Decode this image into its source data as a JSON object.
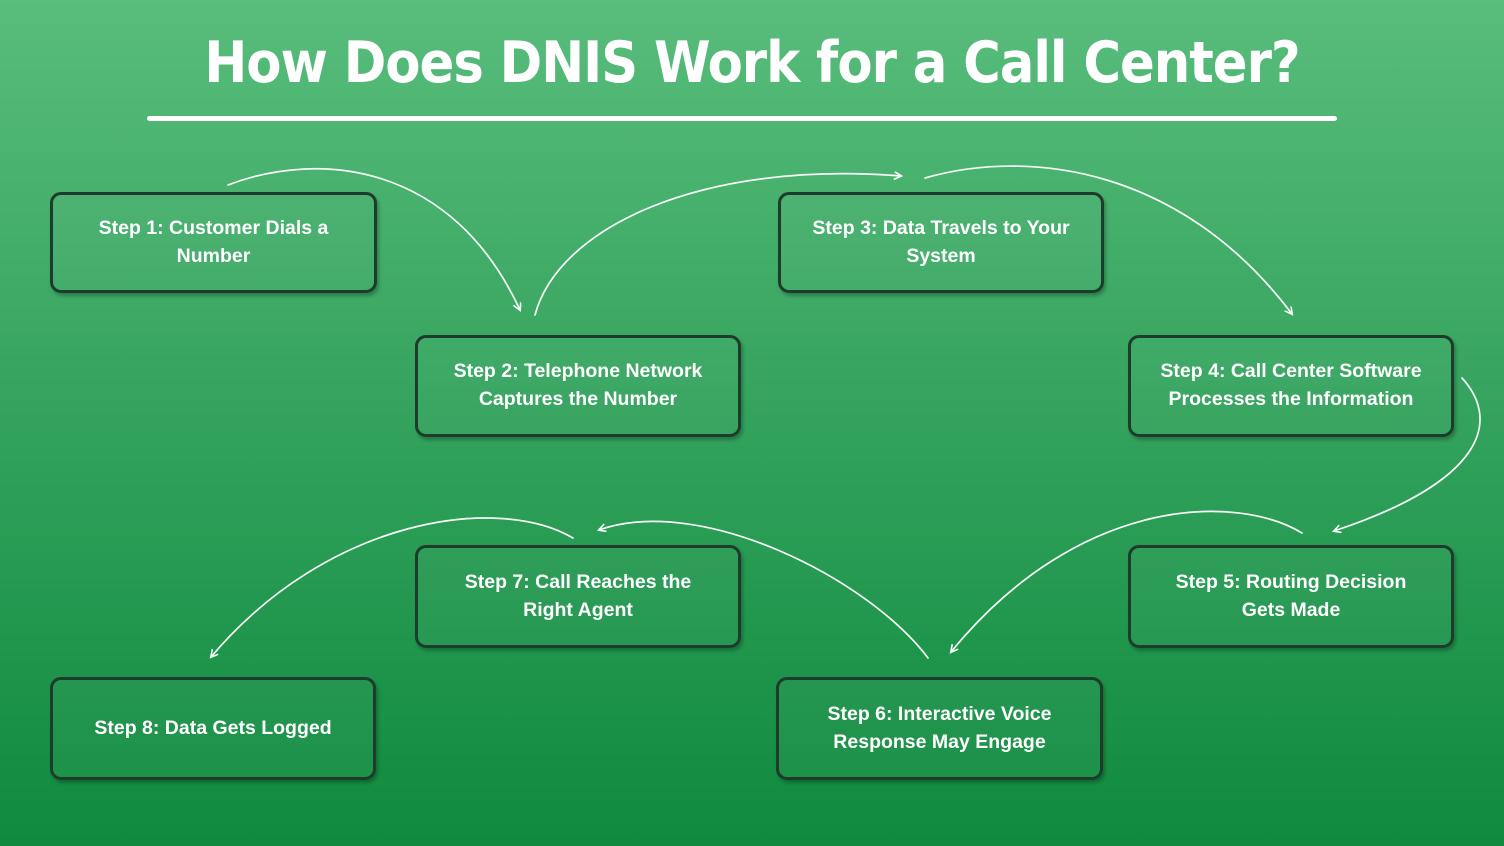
{
  "title": "How Does DNIS Work for a Call Center?",
  "theme": {
    "background_top": "#59bd7c",
    "background_bottom": "#0f8a3e",
    "box_border": "#1e3b2b",
    "text_color": "#ffffff",
    "arrow_color": "#f6fcf8"
  },
  "steps": [
    {
      "label": "Step 1: Customer Dials a Number"
    },
    {
      "label": "Step 2: Telephone Network Captures the Number"
    },
    {
      "label": "Step 3: Data Travels to Your System"
    },
    {
      "label": "Step 4: Call Center Software Processes the Information"
    },
    {
      "label": "Step 5: Routing Decision Gets Made"
    },
    {
      "label": "Step 6: Interactive Voice Response May Engage"
    },
    {
      "label": "Step 7: Call Reaches the Right Agent"
    },
    {
      "label": "Step 8: Data Gets Logged"
    }
  ],
  "connections": [
    "step-1 -> step-2",
    "step-2 -> step-3",
    "step-3 -> step-4",
    "step-4 -> step-5",
    "step-5 -> step-6",
    "step-6 -> step-7",
    "step-7 -> step-8"
  ]
}
